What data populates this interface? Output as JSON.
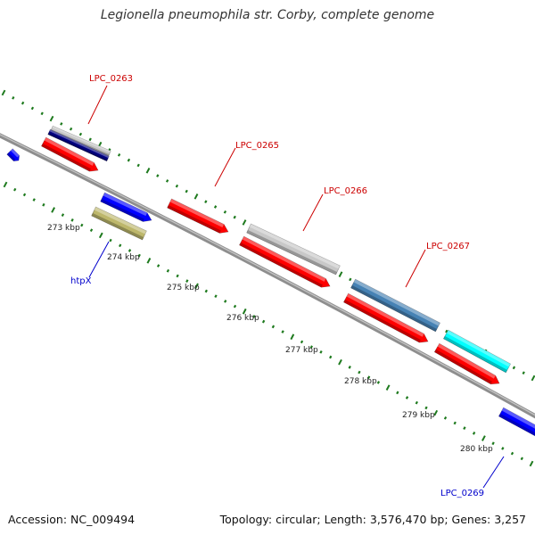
{
  "title": "Legionella pneumophila str. Corby, complete genome",
  "footer": {
    "accession": "Accession: NC_009494",
    "summary": "Topology: circular; Length: 3,576,470 bp; Genes: 3,257"
  },
  "colors": {
    "backbone": "#8a8a8a",
    "tick": "#1e7a1e",
    "label_red": "#cc0000",
    "label_blue": "#0000cc"
  },
  "kbp_labels": [
    "273 kbp",
    "274 kbp",
    "275 kbp",
    "276 kbp",
    "277 kbp",
    "278 kbp",
    "279 kbp",
    "280 kbp"
  ],
  "gene_labels": [
    {
      "name": "LPC_0263",
      "color": "#cc0000"
    },
    {
      "name": "LPC_0265",
      "color": "#cc0000"
    },
    {
      "name": "LPC_0266",
      "color": "#cc0000"
    },
    {
      "name": "LPC_0267",
      "color": "#cc0000"
    },
    {
      "name": "htpX",
      "color": "#0000cc"
    },
    {
      "name": "LPC_0269",
      "color": "#0000cc"
    }
  ],
  "gene_colors": {
    "red": "#ff0000",
    "blue": "#0000ff",
    "navy": "#000080",
    "silver": "#c8c8c8",
    "khaki": "#bdb76b",
    "steelblue": "#4682b4",
    "cyan": "#00ffff"
  }
}
